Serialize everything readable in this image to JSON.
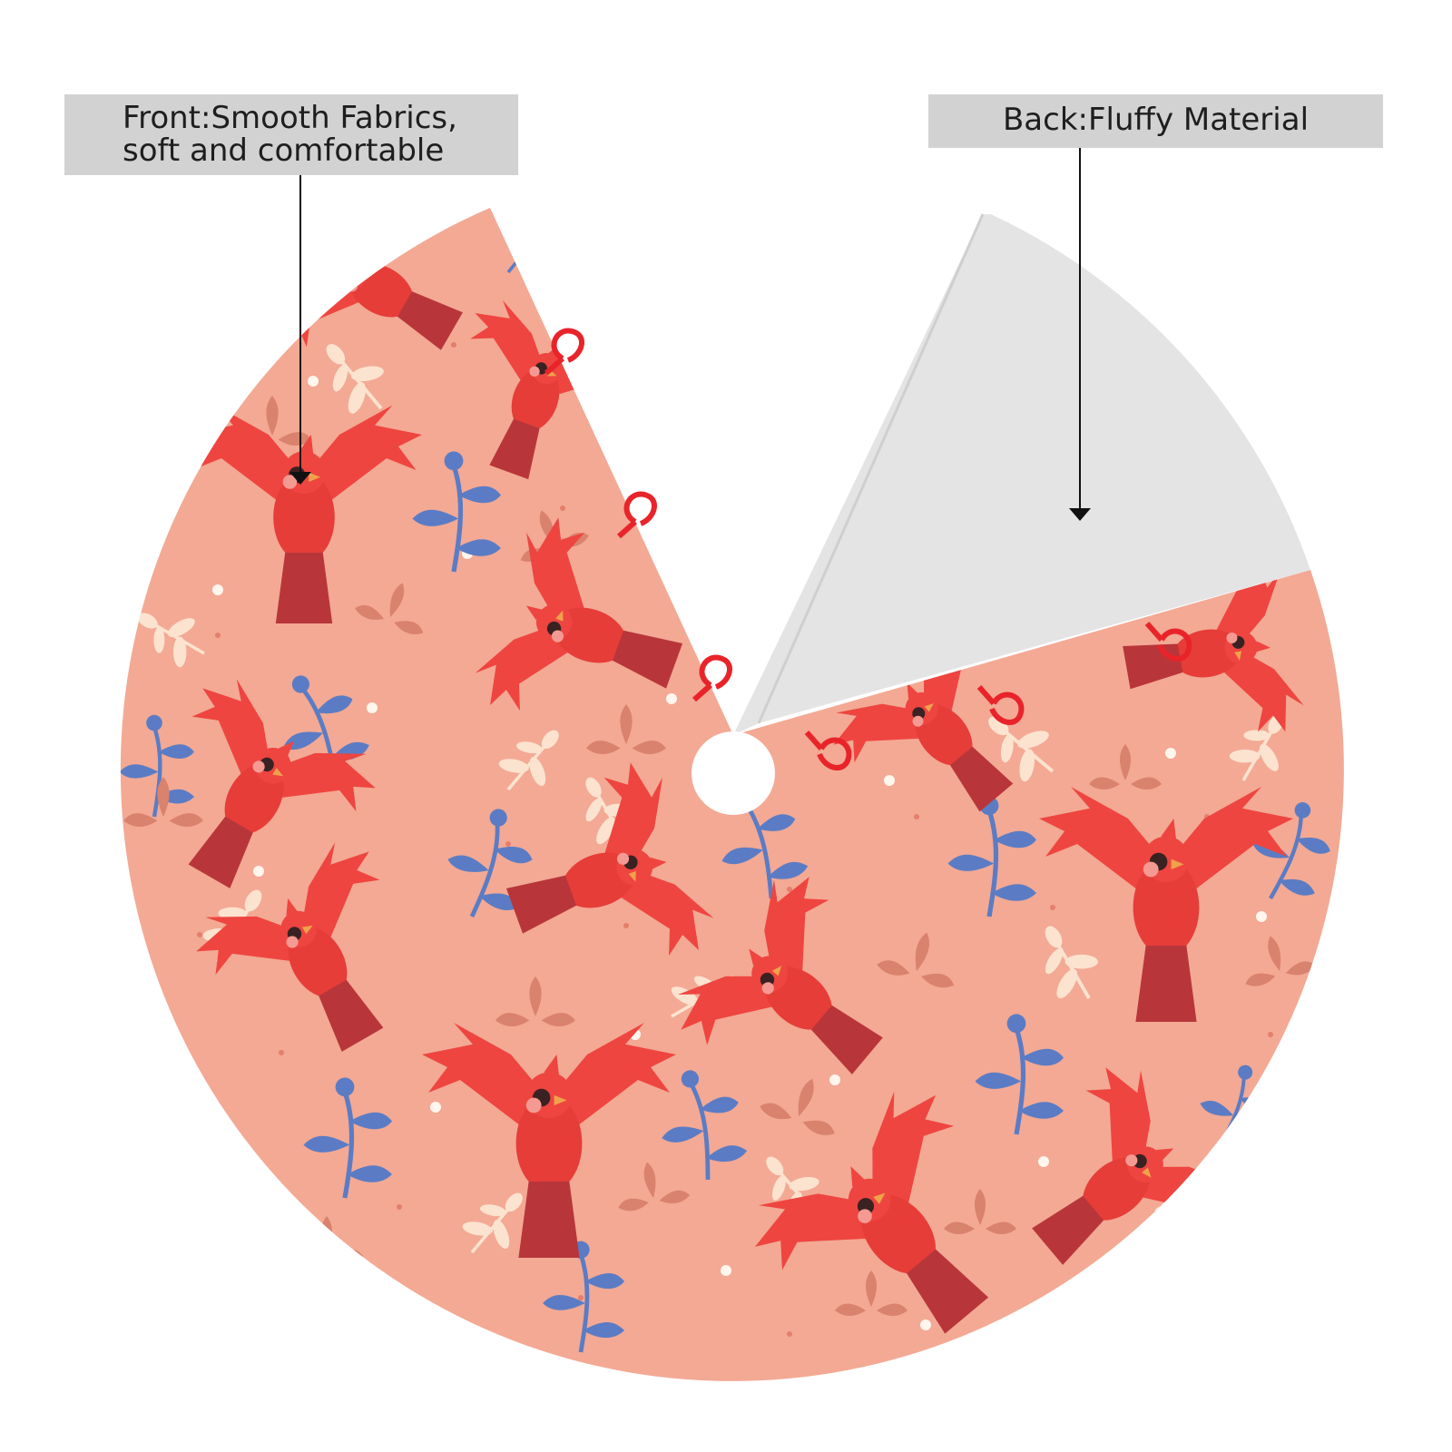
{
  "callouts": {
    "front": {
      "line1": "Front:Smooth Fabrics,",
      "line2": "soft and comfortable"
    },
    "back": {
      "text": "Back:Fluffy Material"
    }
  },
  "colors": {
    "fabric_background": "#f3a994",
    "cardinal_red": "#ee4540",
    "cardinal_dark": "#b8363a",
    "leaf_blue": "#5b7cc4",
    "leaf_cream": "#fbe3cf",
    "leaf_salmon": "#d9826e",
    "back_material": "#e4e4e4",
    "ribbon_red": "#e8242a",
    "callout_gray": "#d2d2d2"
  },
  "icons": [
    "cardinal-bird-icon",
    "blue-sprig-icon",
    "cream-leaf-icon",
    "salmon-leaf-icon",
    "ribbon-tie-icon",
    "arrow-down-icon"
  ]
}
